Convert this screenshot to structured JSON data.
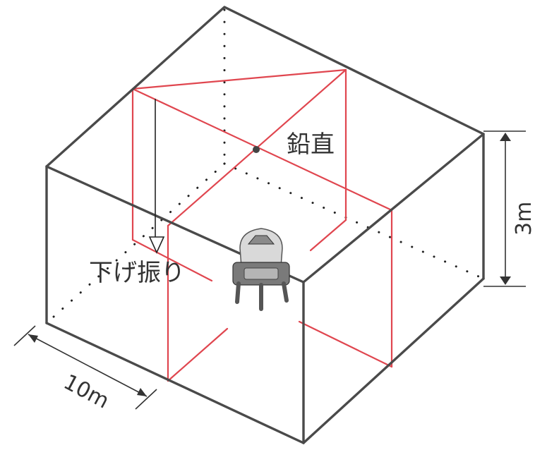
{
  "labels": {
    "vertical": "鉛直",
    "plumb": "下げ振り",
    "width": "10m",
    "height": "3m"
  },
  "colors": {
    "edge": "#4a4a4a",
    "laser": "#e0464f",
    "text": "#333333"
  },
  "icons": {
    "device": "laser-level-icon",
    "bob": "plumb-bob-icon"
  }
}
